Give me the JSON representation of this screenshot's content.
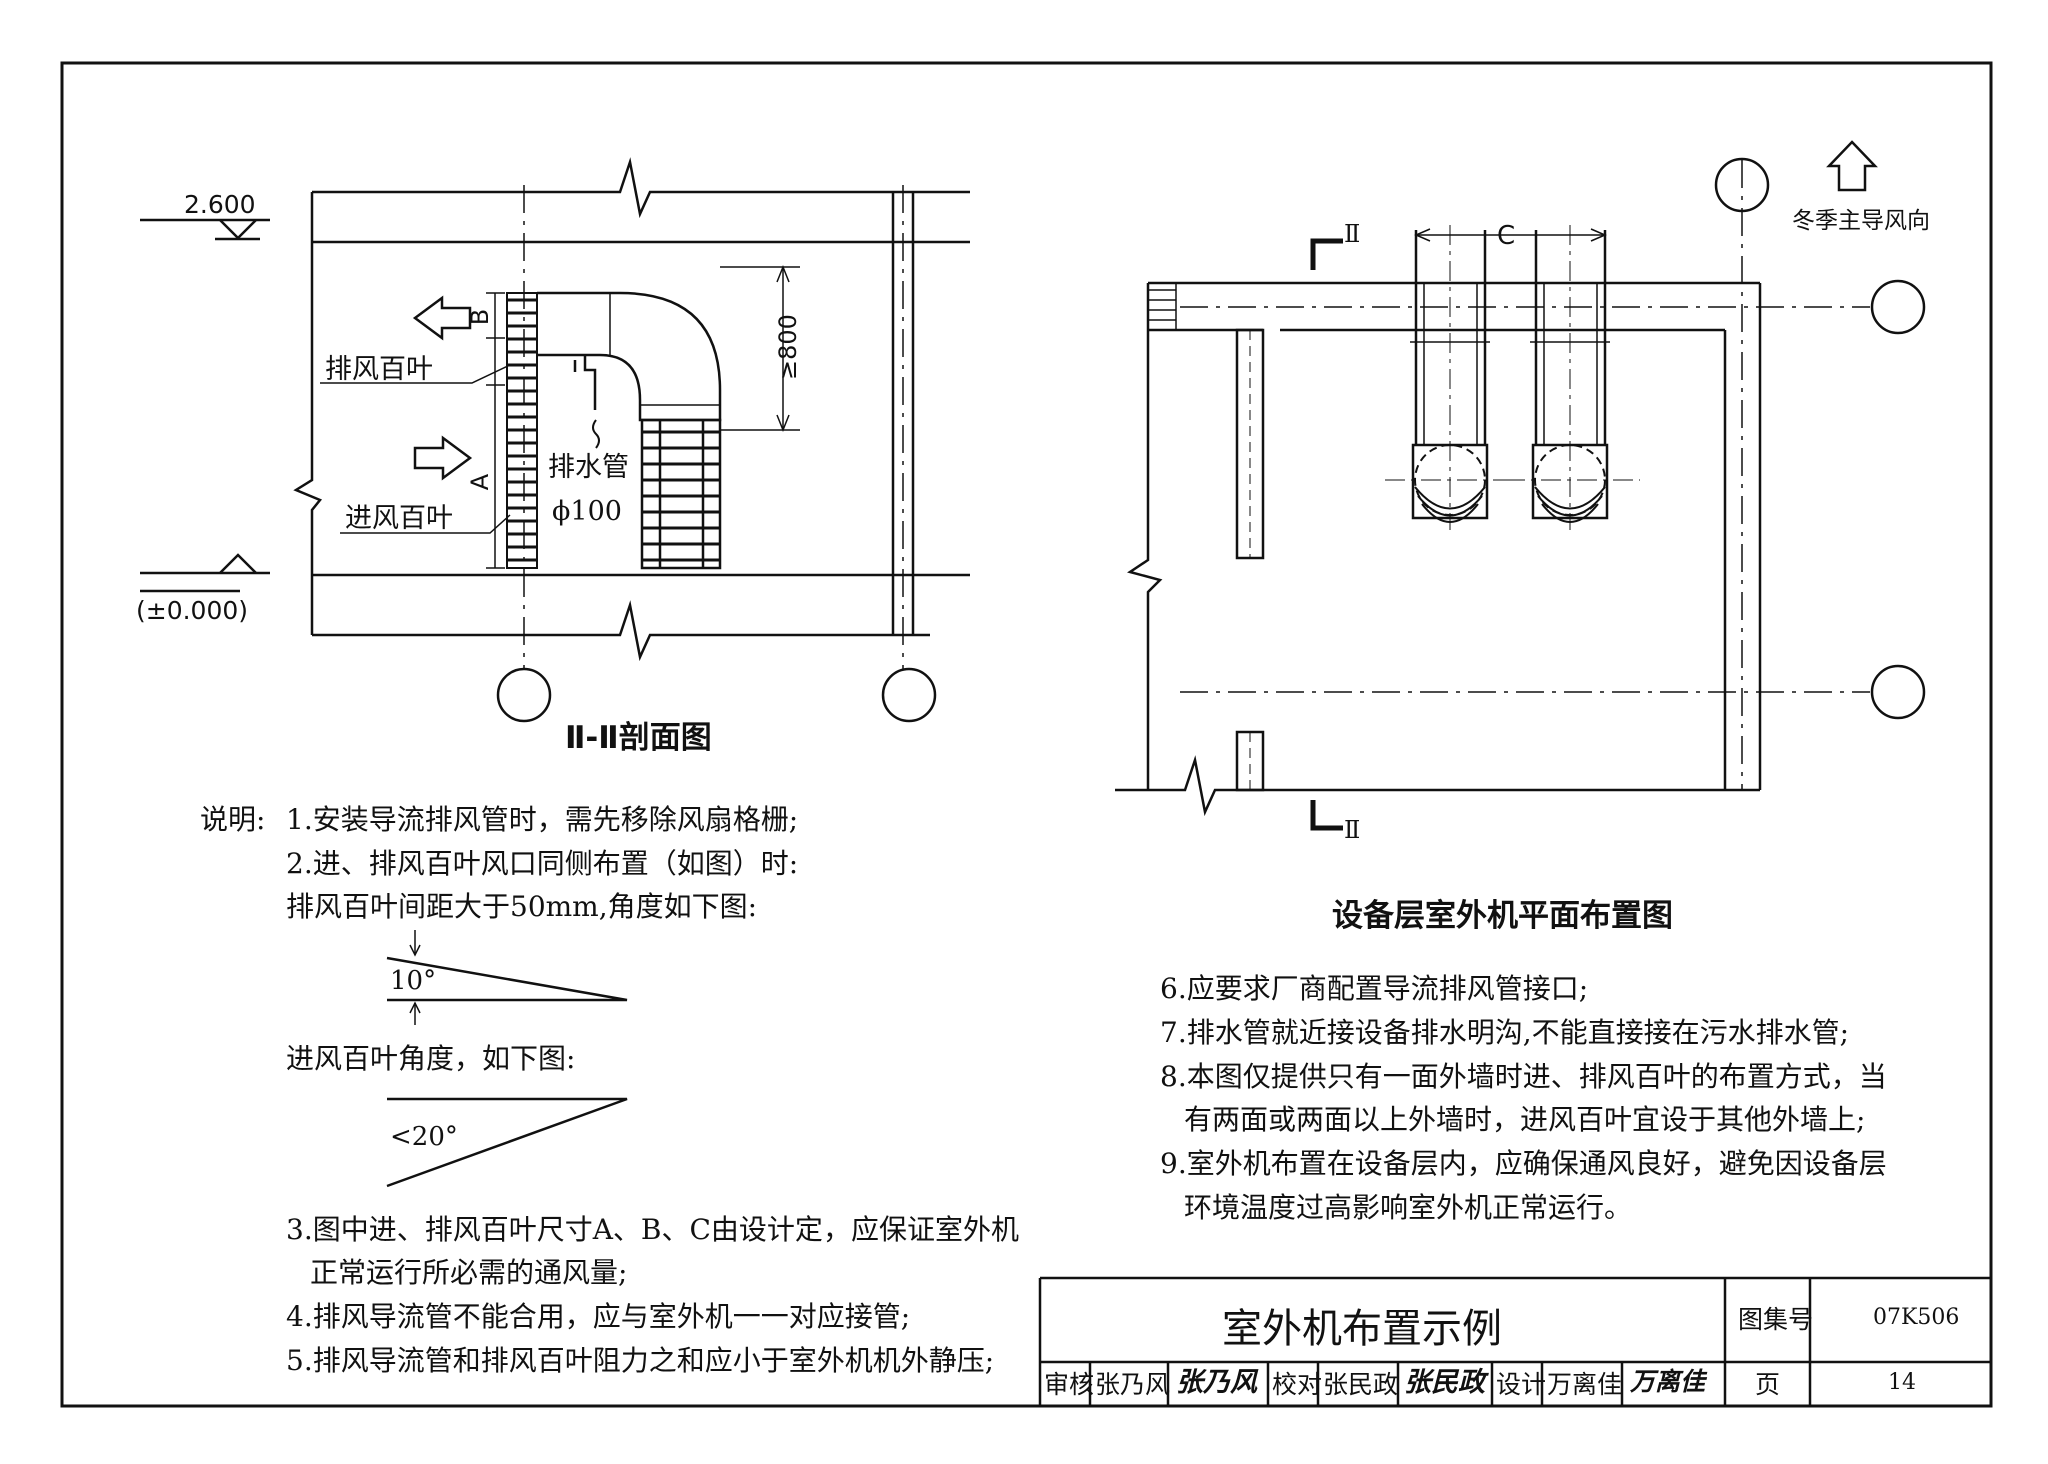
{
  "section": {
    "caption": "Ⅱ-Ⅱ剖面图",
    "elev_top": "2.600",
    "elev_bottom": "(±0.000)",
    "label_exhaust_louver": "排风百叶",
    "label_intake_louver": "进风百叶",
    "label_drain": "排水管",
    "label_drain_size": "ϕ100",
    "dim_a": "A",
    "dim_b": "B",
    "dim_800": "≥800"
  },
  "plan": {
    "caption": "设备层室外机平面布置图",
    "wind_label": "冬季主导风向",
    "dim_c": "C",
    "cut_top": "Ⅱ",
    "cut_bottom": "Ⅱ"
  },
  "notes_left": {
    "prefix": "说明:",
    "n1": "1.安装导流排风管时，需先移除风扇格栅;",
    "n2a": "2.进、排风百叶风口同侧布置（如图）时:",
    "n2b": "排风百叶间距大于50mm,角度如下图:",
    "angle1": "10°",
    "n2c": "进风百叶角度，如下图:",
    "angle2": "<20°",
    "n3a": "3.图中进、排风百叶尺寸A、B、C由设计定，应保证室外机",
    "n3b": "正常运行所必需的通风量;",
    "n4": "4.排风导流管不能合用，应与室外机一一对应接管;",
    "n5": "5.排风导流管和排风百叶阻力之和应小于室外机机外静压;"
  },
  "notes_right": {
    "n6": "6.应要求厂商配置导流排风管接口;",
    "n7": "7.排水管就近接设备排水明沟,不能直接接在污水排水管;",
    "n8a": "8.本图仅提供只有一面外墙时进、排风百叶的布置方式，当",
    "n8b": "有两面或两面以上外墙时，进风百叶宜设于其他外墙上;",
    "n9a": "9.室外机布置在设备层内，应确保通风良好，避免因设备层",
    "n9b": "环境温度过高影响室外机正常运行。"
  },
  "title_block": {
    "title": "室外机布置示例",
    "atlas_label": "图集号",
    "atlas_no": "07K506",
    "review_label": "审核",
    "reviewer": "张乃风",
    "reviewer_sign": "张乃风",
    "check_label": "校对",
    "checker": "张民政",
    "checker_sign": "张民政",
    "design_label": "设计",
    "designer": "万离佳",
    "designer_sign": "万离佳",
    "page_label": "页",
    "page_no": "14"
  }
}
